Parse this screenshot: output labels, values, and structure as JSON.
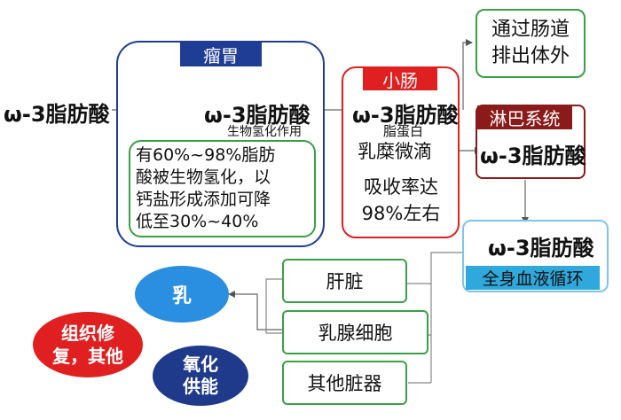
{
  "start_label": "ω-3脂肪酸",
  "rumen": {
    "title": "瘤胃",
    "fatty_acid": "ω-3脂肪酸",
    "process": "生物氢化作用",
    "note_lines": [
      "有60%~98%脂肪",
      "酸被生物氢化，以",
      "钙盐形成添加可降",
      "低至30%~40%"
    ]
  },
  "small_intestine": {
    "title": "小肠",
    "fatty_acid": "ω-3脂肪酸",
    "process": "脂蛋白",
    "chylomicron": "乳糜微滴",
    "absorb_lines": [
      "吸收率达",
      "98%左右"
    ]
  },
  "excrete": {
    "lines": [
      "通过肠道",
      "排出体外"
    ]
  },
  "lymph": {
    "title": "淋巴系统",
    "fatty_acid": "ω-3脂肪酸"
  },
  "circulation": {
    "fatty_acid": "ω-3脂肪酸",
    "label": "全身血液循环"
  },
  "organs": {
    "liver": "肝脏",
    "mammary": "乳腺细胞",
    "other": "其他脏器"
  },
  "ovals": {
    "milk": "乳",
    "repair_lines": [
      "组织修",
      "复，其他"
    ],
    "oxidation_lines": [
      "氧化",
      "供能"
    ]
  },
  "colors": {
    "navy": "#1f3d94",
    "red": "#e02020",
    "dark_red": "#8b1a1a",
    "green": "#3aa047",
    "cyan": "#2fa8dc",
    "lightblue_border": "#7fc4ea",
    "milk_blue": "#2a8fe0",
    "oval_red": "#e02020",
    "oval_navy": "#1f3a8a"
  }
}
